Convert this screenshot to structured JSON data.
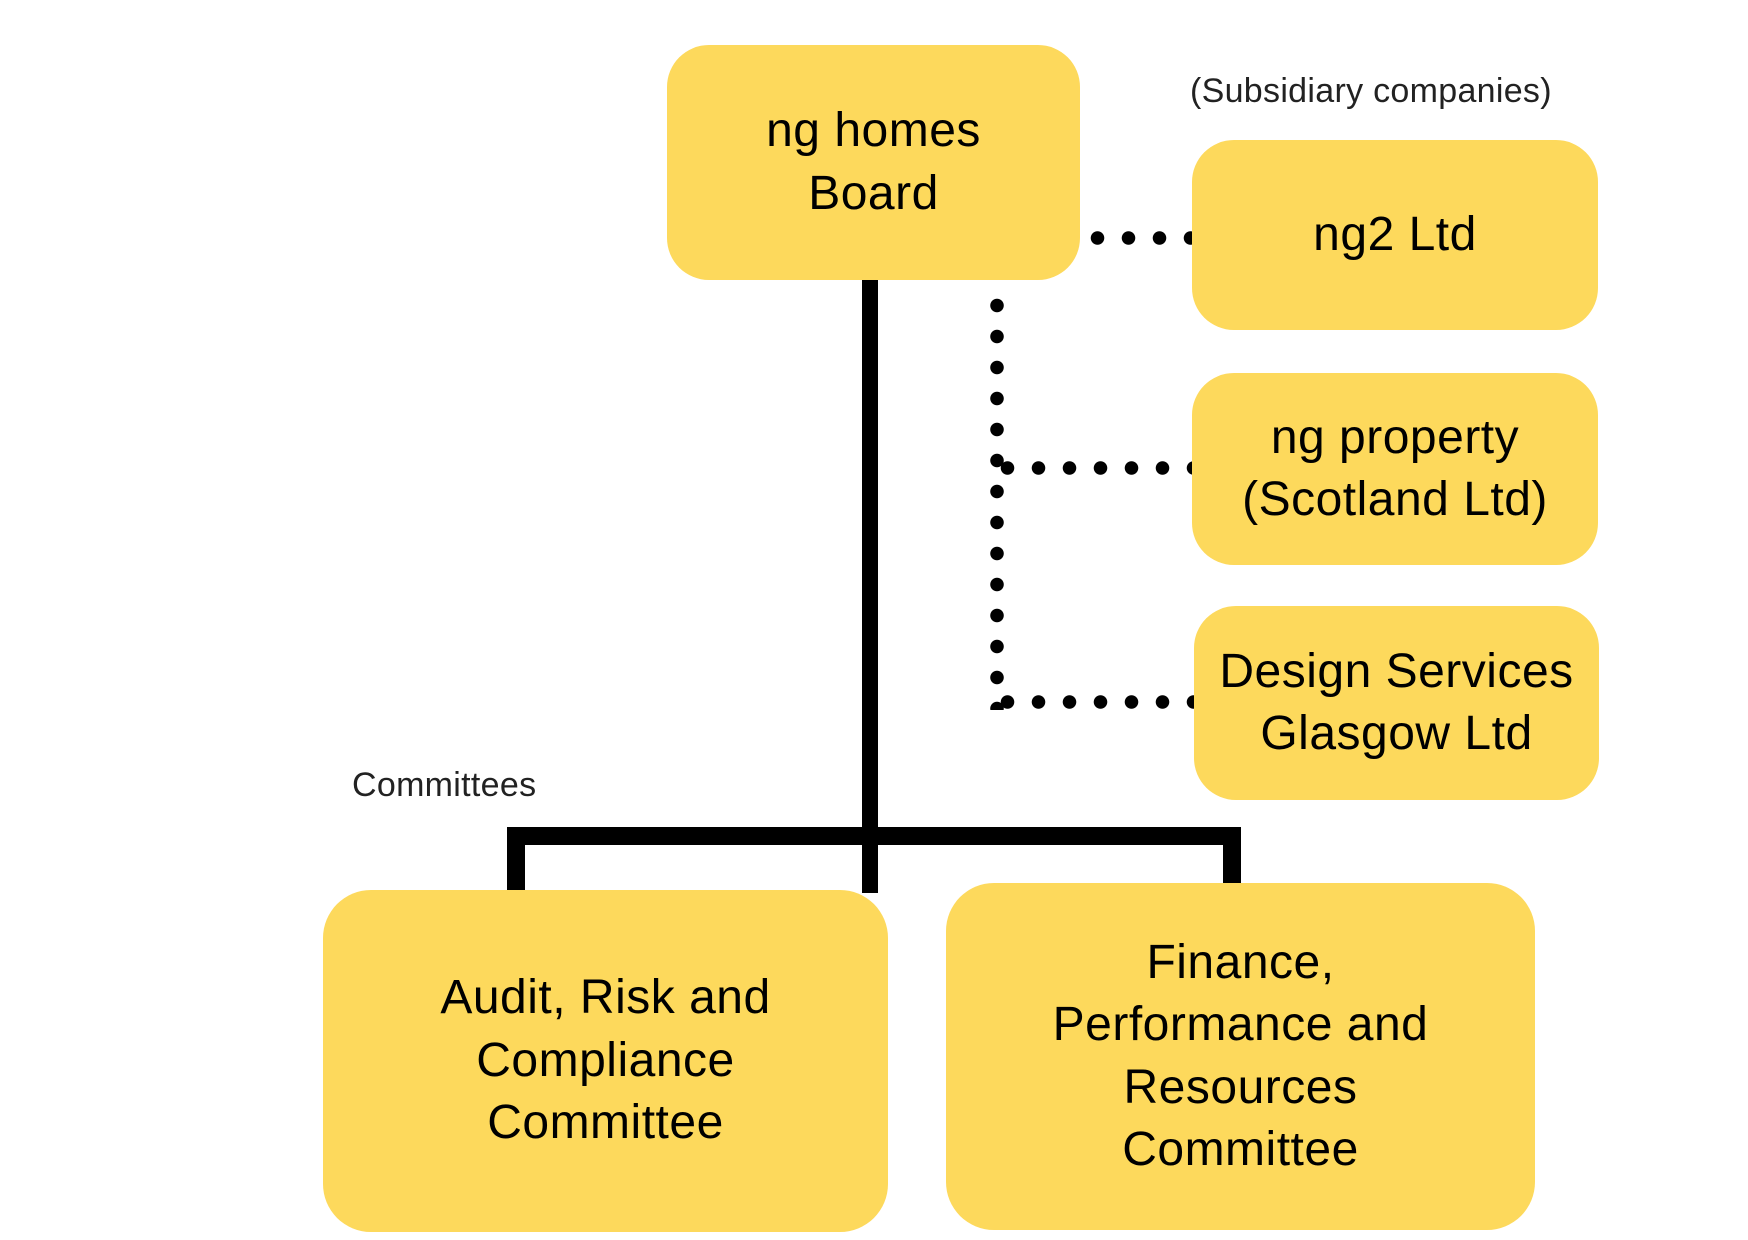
{
  "diagram": {
    "board": {
      "label": "ng homes\nBoard"
    },
    "labels": {
      "subsidiaries": "(Subsidiary companies)",
      "committees": "Committees"
    },
    "subsidiaries": [
      {
        "id": "ng2-ltd",
        "label": "ng2 Ltd"
      },
      {
        "id": "ng-property-scotland-ltd",
        "label": "ng property\n(Scotland Ltd)"
      },
      {
        "id": "design-services-glasgow-ltd",
        "label": "Design Services\nGlasgow Ltd"
      }
    ],
    "committees": [
      {
        "id": "audit-risk-compliance-committee",
        "label": "Audit, Risk and\nCompliance\nCommittee"
      },
      {
        "id": "finance-performance-resources-committee",
        "label": "Finance,\nPerformance and\nResources\nCommittee"
      }
    ],
    "connectors": {
      "solid_style": "solid",
      "subsidiary_style": "dotted"
    },
    "colors": {
      "box_fill": "#FDD95C",
      "line": "#000000",
      "label_text": "#222222"
    }
  }
}
